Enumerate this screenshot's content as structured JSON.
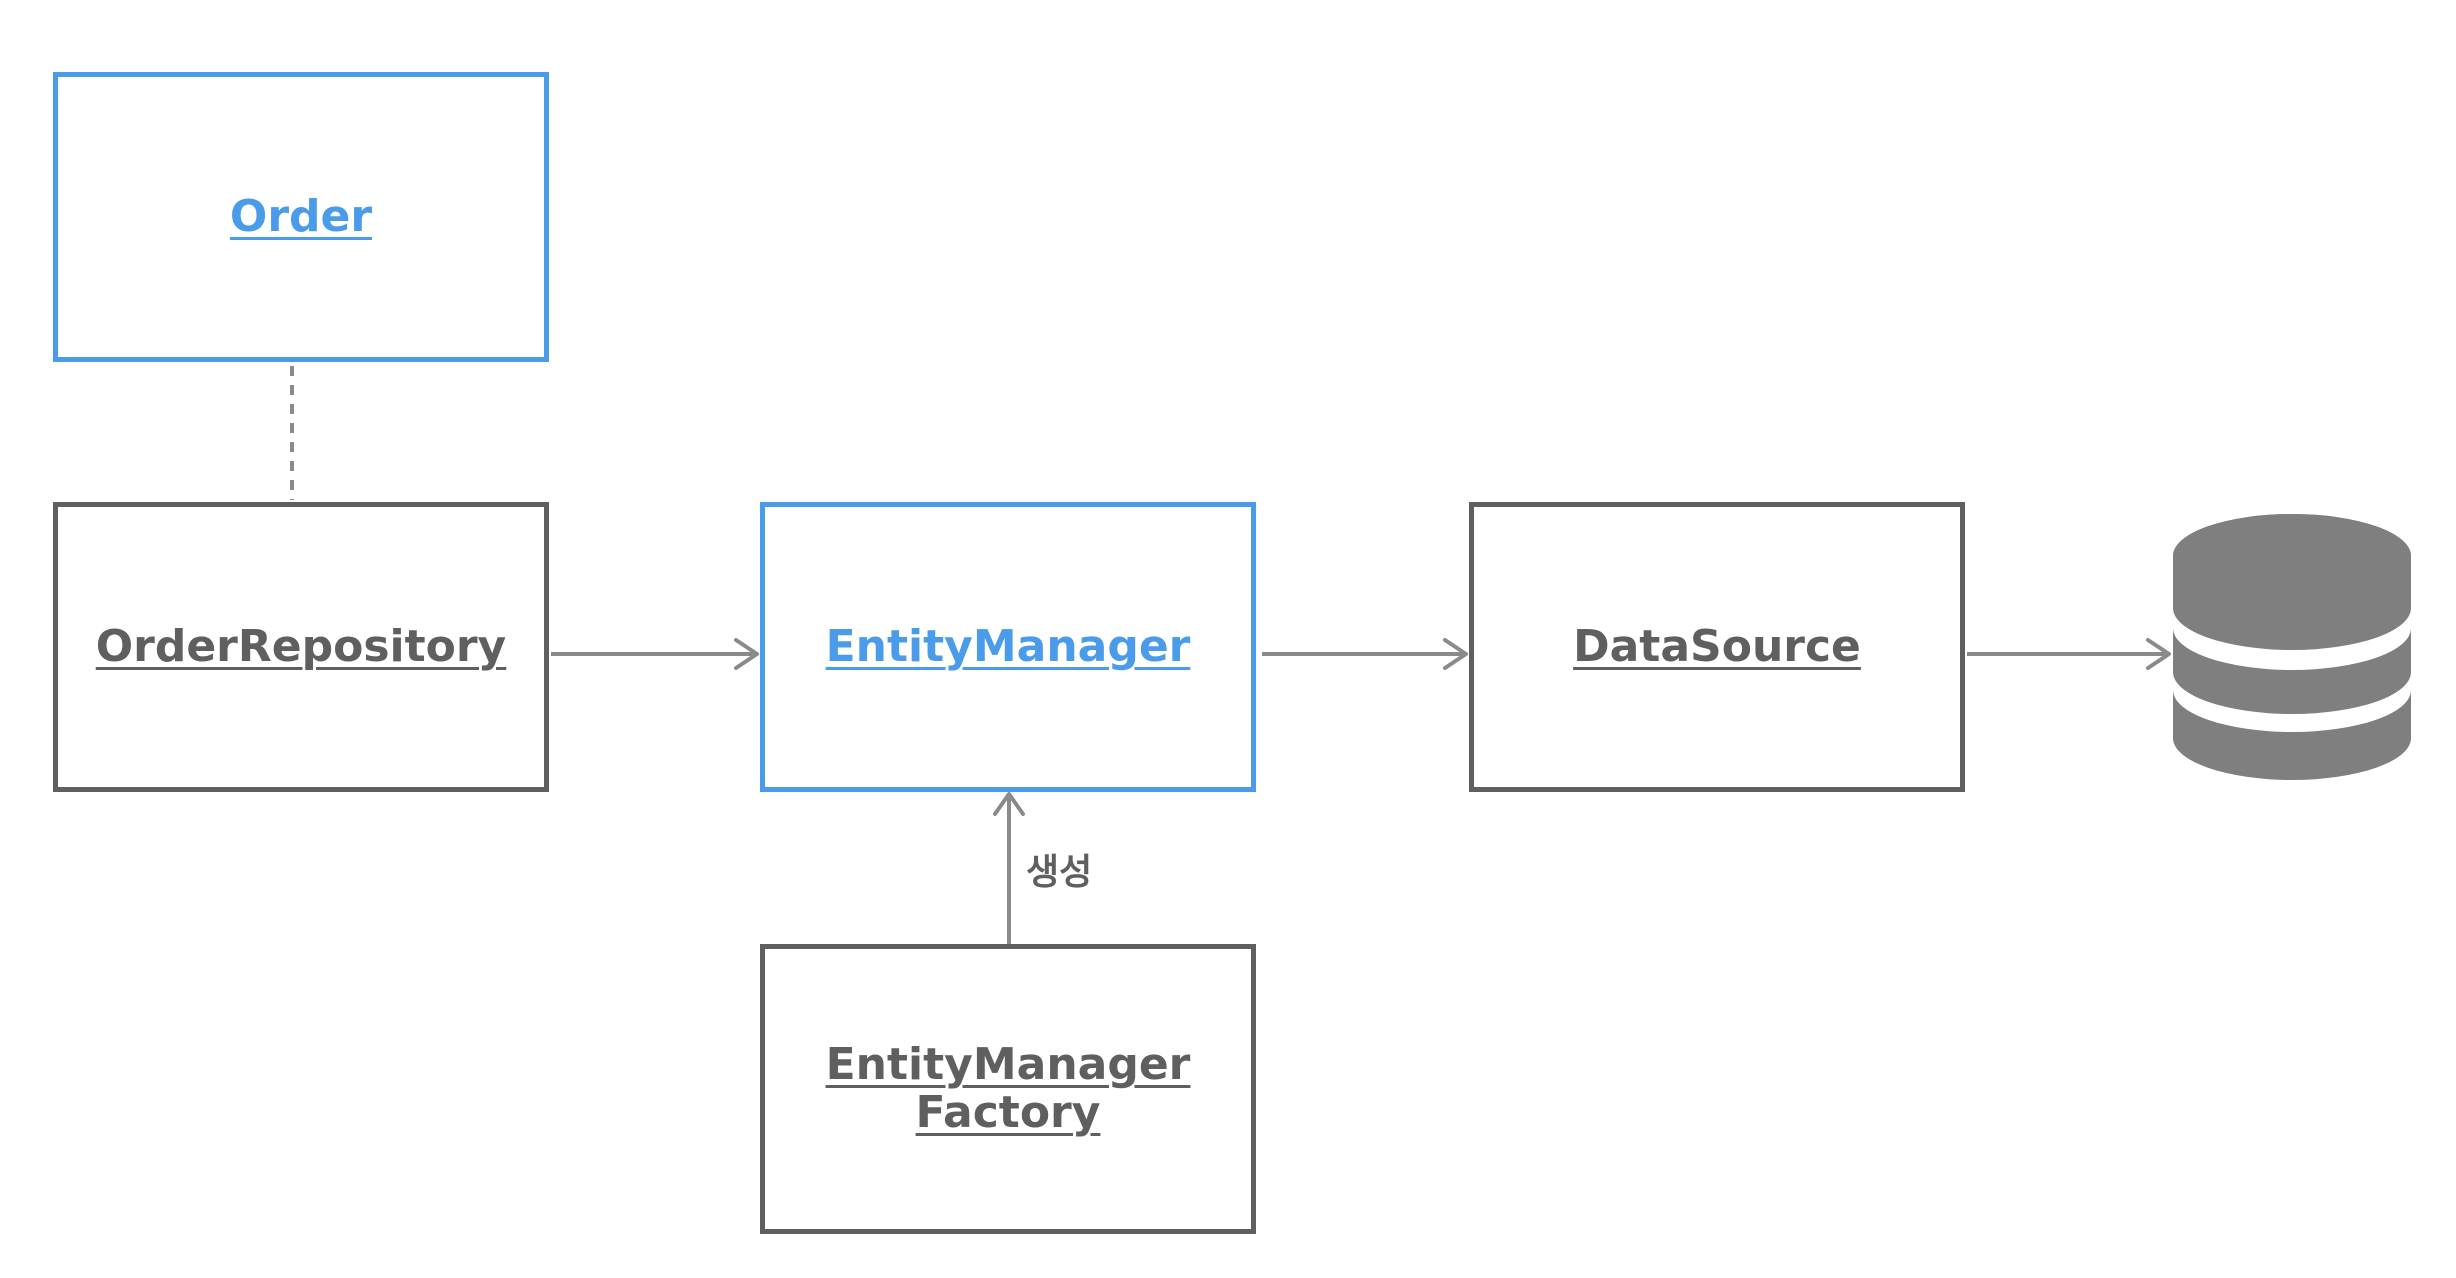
{
  "nodes": {
    "order": {
      "label": "Order"
    },
    "order_repository": {
      "label": "OrderRepository"
    },
    "entity_manager": {
      "label": "EntityManager"
    },
    "datasource": {
      "label": "DataSource"
    },
    "entity_manager_factory": {
      "label": "EntityManager\nFactory"
    }
  },
  "edges": {
    "create_label": "생성"
  },
  "icons": {
    "database": "database-icon"
  },
  "colors": {
    "highlight": "#4a9bea",
    "default": "#5f5f5f",
    "connector": "#8a8a8a",
    "database": "#7f7f7f"
  }
}
